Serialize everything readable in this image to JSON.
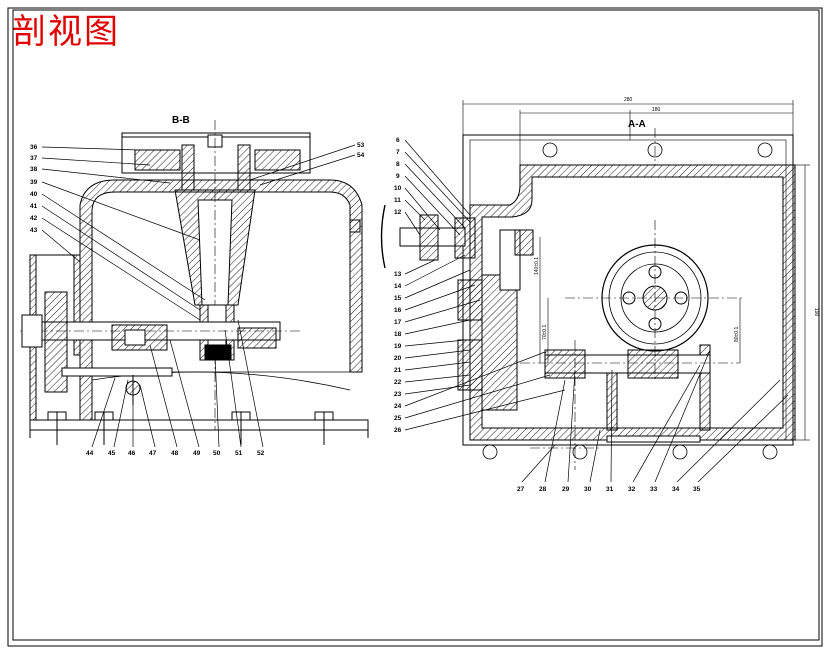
{
  "title": "剖视图",
  "views": {
    "left": {
      "section_label": "B-B",
      "callouts_left": [
        "36",
        "37",
        "38",
        "39",
        "40",
        "41",
        "42",
        "43"
      ],
      "callouts_right": [
        "53",
        "54"
      ],
      "callouts_bottom": [
        "44",
        "45",
        "46",
        "47",
        "48",
        "49",
        "50",
        "51",
        "52"
      ]
    },
    "right": {
      "section_label": "A-A",
      "callouts_left": [
        "6",
        "7",
        "8",
        "9",
        "10",
        "11",
        "12",
        "13",
        "14",
        "15",
        "16",
        "17",
        "18",
        "19",
        "20",
        "21",
        "22",
        "23",
        "24",
        "25",
        "26"
      ],
      "callouts_bottom": [
        "27",
        "28",
        "29",
        "30",
        "31",
        "32",
        "33",
        "34",
        "35"
      ],
      "dims": {
        "top_overall": "280",
        "top_inner": "180",
        "right_height": "190",
        "vert_1": "140±0.1",
        "vert_2": "70±0.1",
        "vert_3": "80±0.1"
      }
    }
  },
  "colors": {
    "title": "#e00000",
    "line": "#000000",
    "hatch": "#000000"
  }
}
